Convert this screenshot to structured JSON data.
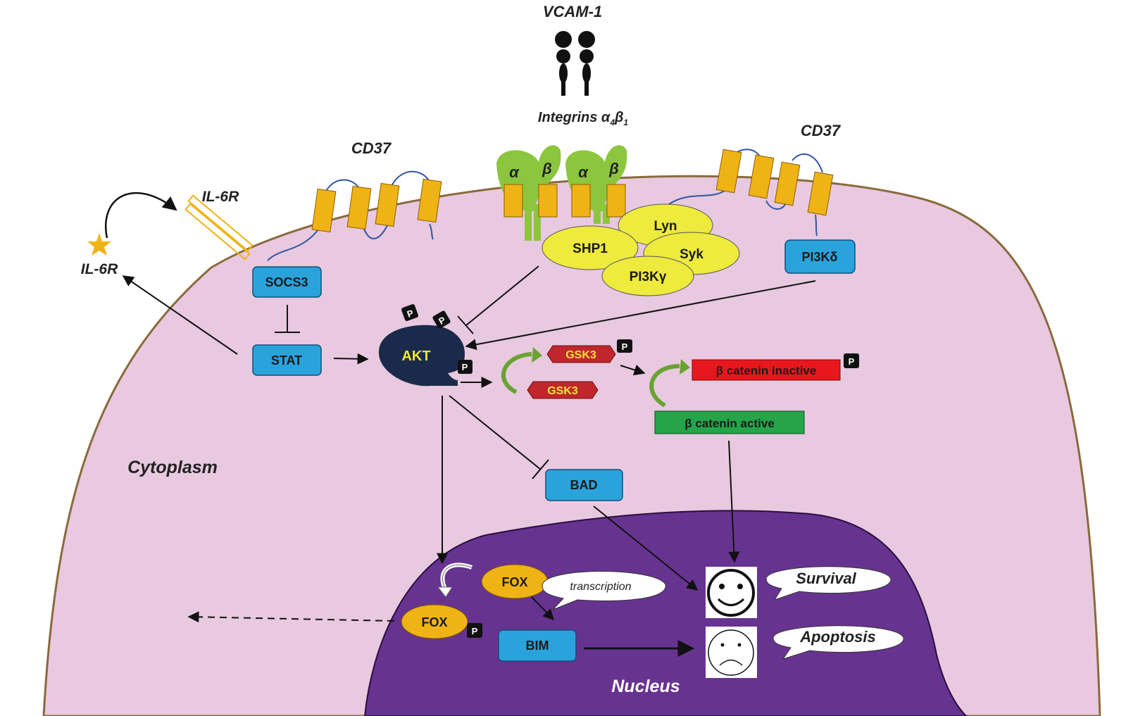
{
  "labels": {
    "vcam": "VCAM-1",
    "integrins_main": "Integrins α",
    "integrins_sub1": "4",
    "integrins_beta": "β",
    "integrins_sub2": "1",
    "cd37_left": "CD37",
    "cd37_right": "CD37",
    "il6r_receptor": "IL-6R",
    "il6r_ligand": "IL-6R",
    "cytoplasm": "Cytoplasm",
    "nucleus": "Nucleus",
    "alpha": "α",
    "beta": "β"
  },
  "proteins": {
    "socs3": "SOCS3",
    "stat": "STAT",
    "akt": "AKT",
    "pi3kd": "PI3Kδ",
    "shp1": "SHP1",
    "lyn": "Lyn",
    "syk": "Syk",
    "pi3kg": "PI3Kγ",
    "gsk3_p": "GSK3",
    "gsk3": "GSK3",
    "bcat_inactive": "β catenin inactive",
    "bcat_active": "β catenin active",
    "bad": "BAD",
    "fox": "FOX",
    "fox_p": "FOX",
    "bim": "BIM",
    "phospho": "P"
  },
  "callouts": {
    "transcription": "transcription",
    "survival": "Survival",
    "apoptosis": "Apoptosis"
  },
  "colors": {
    "cell": "#e8c9e0",
    "membrane": "#8a6a3c",
    "nucleus": "#673390",
    "blue_box": "#2aa3dd",
    "yellow_complex": "#eeea3e",
    "orange": "#f0b316",
    "akt": "#1b2a4a",
    "gsk3": "#c0262b",
    "inactive": "#e8171c",
    "active": "#25a44a",
    "integrin": "#8cc63e"
  }
}
